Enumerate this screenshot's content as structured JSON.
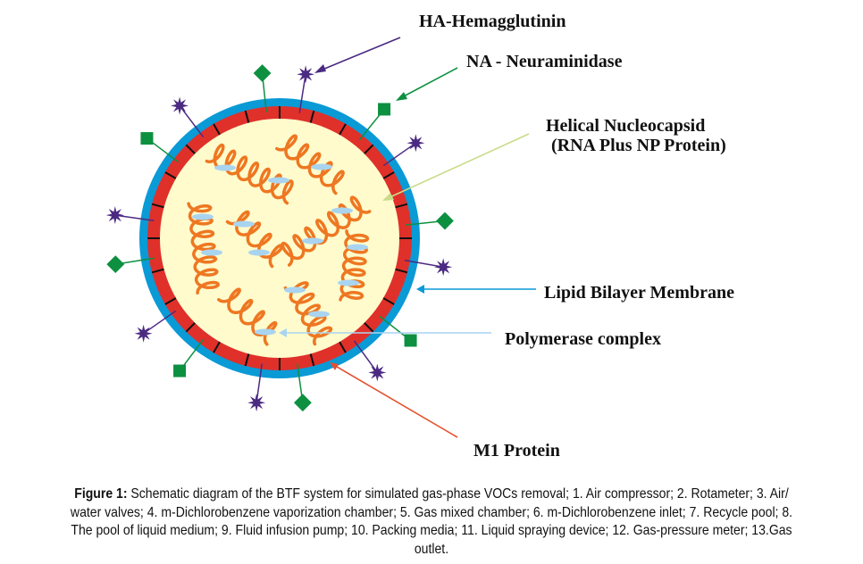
{
  "labels": {
    "ha": "HA-Hemagglutinin",
    "na": "NA - Neuraminidase",
    "helical_1": "Helical Nucleocapsid",
    "helical_2": "(RNA Plus NP Protein)",
    "lipid": "Lipid Bilayer Membrane",
    "polymerase": "Polymerase complex",
    "m1": "M1 Protein"
  },
  "caption": {
    "prefix": "Figure 1:",
    "lines": [
      " Schematic diagram of the BTF system for simulated gas-phase VOCs removal; 1. Air compressor; 2. Rotameter; 3. Air/",
      "water valves; 4. m-Dichlorobenzene vaporization chamber; 5. Gas mixed chamber; 6. m-Dichlorobenzene inlet; 7. Recycle pool; 8.",
      "The pool of liquid medium; 9. Fluid infusion pump; 10. Packing media; 11. Liquid spraying device; 12. Gas-pressure meter; 13.Gas",
      "outlet."
    ]
  },
  "colors": {
    "lipid": "#0a9ad6",
    "m1": "#e0302a",
    "core": "#fffbcc",
    "rna": "#ee7722",
    "polymerase": "#a9d4f0",
    "ha": "#4b2a82",
    "na": "#0d9040",
    "helical_arrow": "#c8dc8a",
    "m1_arrow": "#e3502e"
  }
}
